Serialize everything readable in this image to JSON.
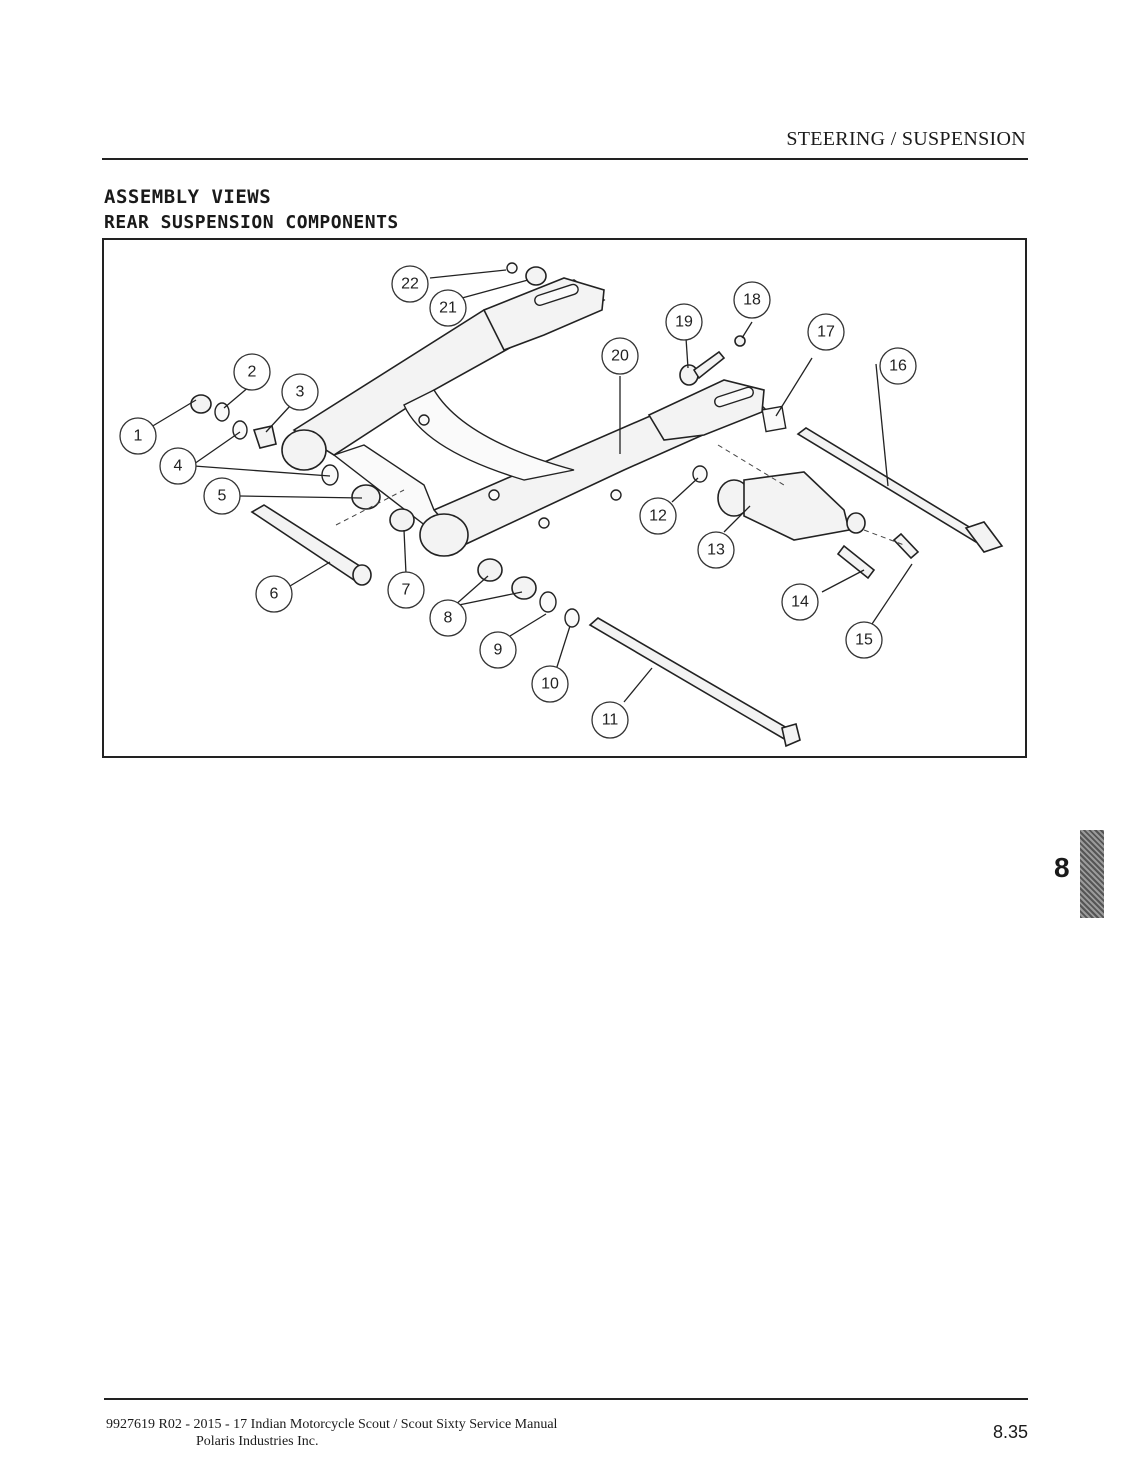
{
  "header": {
    "title": "STEERING / SUSPENSION"
  },
  "section": {
    "title": "ASSEMBLY VIEWS",
    "subtitle": "REAR SUSPENSION COMPONENTS"
  },
  "diagram": {
    "callouts": [
      "1",
      "2",
      "3",
      "4",
      "5",
      "6",
      "7",
      "8",
      "9",
      "10",
      "11",
      "12",
      "13",
      "14",
      "15",
      "16",
      "17",
      "18",
      "19",
      "20",
      "21",
      "22"
    ]
  },
  "chapter_tab": {
    "number": "8"
  },
  "footer": {
    "manual": "9927619 R02 - 2015 - 17 Indian Motorcycle Scout / Scout Sixty Service Manual",
    "company": "Polaris Industries Inc.",
    "page_number": "8.35"
  }
}
